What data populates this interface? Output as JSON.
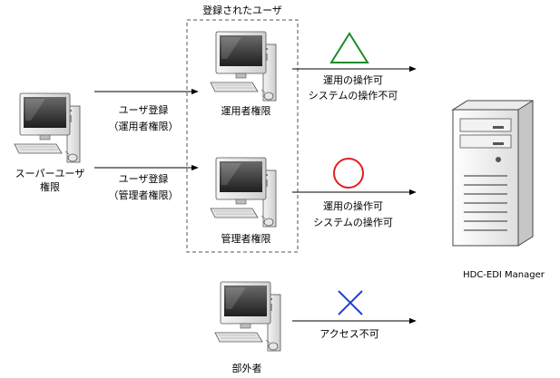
{
  "group": {
    "title": "登録されたユーザ"
  },
  "superuser": {
    "label_line1": "スーパーユーザ",
    "label_line2": "権限"
  },
  "arrows": {
    "register_operator_line1": "ユーザ登録",
    "register_operator_line2": "（運用者権限）",
    "register_admin_line1": "ユーザ登録",
    "register_admin_line2": "（管理者権限）"
  },
  "users": {
    "operator_label": "運用者権限",
    "admin_label": "管理者権限",
    "outsider_label": "部外者"
  },
  "permissions": {
    "operator_line1": "運用の操作可",
    "operator_line2": "システムの操作不可",
    "admin_line1": "運用の操作可",
    "admin_line2": "システムの操作可",
    "outsider_line1": "アクセス不可"
  },
  "symbols": {
    "operator": "triangle",
    "admin": "circle",
    "outsider": "cross",
    "triangle_color": "#1f8a2a",
    "circle_color": "#e02020",
    "cross_color": "#2040d0"
  },
  "server": {
    "label": "HDC-EDI Manager"
  }
}
